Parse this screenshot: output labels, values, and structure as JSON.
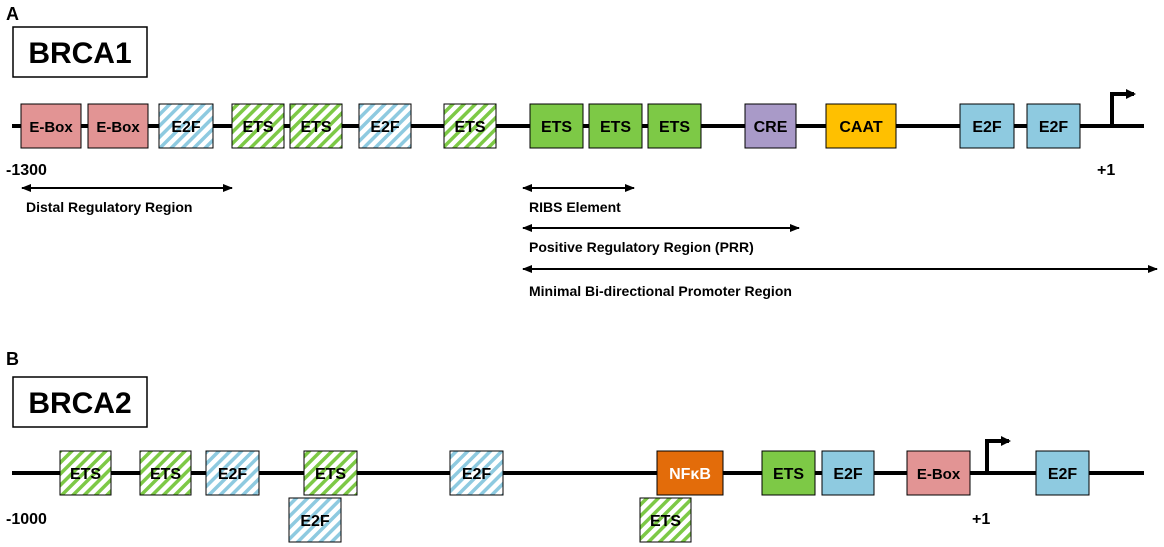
{
  "panel_a": {
    "letter": "A",
    "gene": "BRCA1",
    "start_label": "-1300",
    "end_label": "+1",
    "elements": [
      {
        "label": "E-Box",
        "style": "ebox"
      },
      {
        "label": "E-Box",
        "style": "ebox"
      },
      {
        "label": "E2F",
        "style": "e2f-hatched"
      },
      {
        "label": "ETS",
        "style": "ets-hatched"
      },
      {
        "label": "ETS",
        "style": "ets-hatched"
      },
      {
        "label": "E2F",
        "style": "e2f-hatched"
      },
      {
        "label": "ETS",
        "style": "ets-hatched"
      },
      {
        "label": "ETS",
        "style": "ets-solid"
      },
      {
        "label": "ETS",
        "style": "ets-solid"
      },
      {
        "label": "ETS",
        "style": "ets-solid"
      },
      {
        "label": "CRE",
        "style": "cre"
      },
      {
        "label": "CAAT",
        "style": "caat"
      },
      {
        "label": "E2F",
        "style": "e2f-solid"
      },
      {
        "label": "E2F",
        "style": "e2f-solid"
      }
    ],
    "regions": [
      {
        "label": "Distal Regulatory Region"
      },
      {
        "label": "RIBS Element"
      },
      {
        "label": "Positive Regulatory Region (PRR)"
      },
      {
        "label": "Minimal Bi-directional Promoter Region"
      }
    ]
  },
  "panel_b": {
    "letter": "B",
    "gene": "BRCA2",
    "start_label": "-1000",
    "end_label": "+1",
    "elements": [
      {
        "label": "ETS",
        "style": "ets-hatched"
      },
      {
        "label": "ETS",
        "style": "ets-hatched"
      },
      {
        "label": "E2F",
        "style": "e2f-hatched"
      },
      {
        "label": "ETS",
        "style": "ets-hatched"
      },
      {
        "label": "E2F",
        "style": "e2f-hatched"
      },
      {
        "label": "E2F",
        "style": "e2f-hatched"
      },
      {
        "label": "NFκB",
        "style": "nfkb"
      },
      {
        "label": "ETS",
        "style": "ets-hatched"
      },
      {
        "label": "ETS",
        "style": "ets-solid"
      },
      {
        "label": "E2F",
        "style": "e2f-solid"
      },
      {
        "label": "E-Box",
        "style": "ebox"
      },
      {
        "label": "E2F",
        "style": "e2f-solid"
      }
    ]
  },
  "colors": {
    "ebox": "#e29494",
    "ets": "#7dc946",
    "e2f": "#8ecae0",
    "cre": "#a99ac8",
    "caat": "#ffc000",
    "nfkb": "#e36c0a",
    "line": "#000000"
  }
}
